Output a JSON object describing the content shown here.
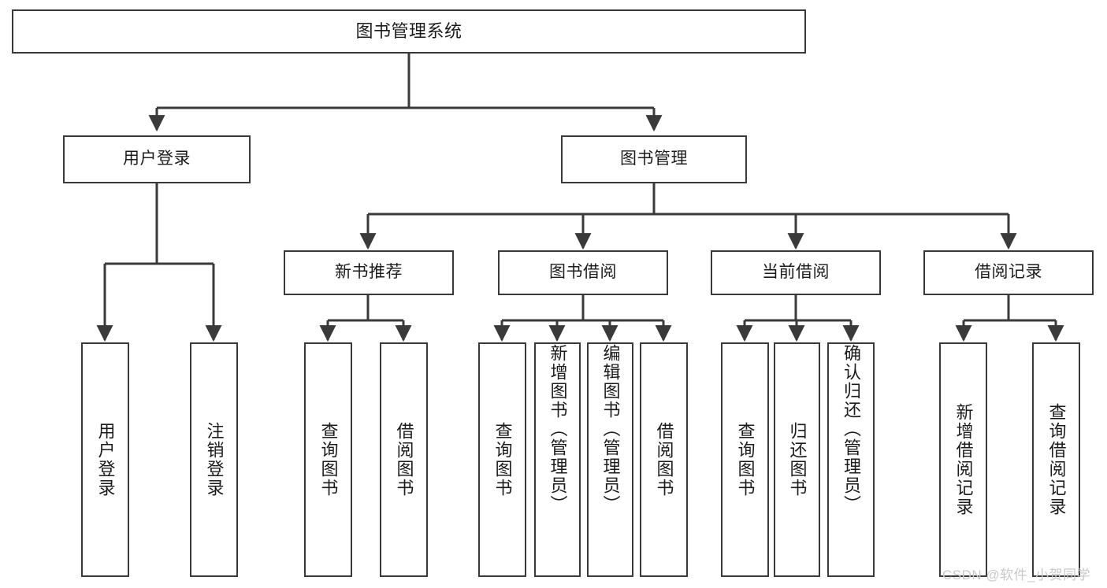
{
  "diagram": {
    "title": "图书管理系统",
    "type": "hierarchy-tree",
    "root": {
      "label": "图书管理系统"
    },
    "level2": [
      {
        "label": "用户登录"
      },
      {
        "label": "图书管理"
      }
    ],
    "level3": [
      {
        "label": "新书推荐"
      },
      {
        "label": "图书借阅"
      },
      {
        "label": "当前借阅"
      },
      {
        "label": "借阅记录"
      }
    ],
    "leaves": [
      {
        "label": "用户登录",
        "parent": "用户登录"
      },
      {
        "label": "注销登录",
        "parent": "用户登录"
      },
      {
        "label": "查询图书",
        "parent": "新书推荐"
      },
      {
        "label": "借阅图书",
        "parent": "新书推荐"
      },
      {
        "label": "查询图书",
        "parent": "图书借阅"
      },
      {
        "label": "新增图书（管理员）",
        "parent": "图书借阅"
      },
      {
        "label": "编辑图书（管理员）",
        "parent": "图书借阅"
      },
      {
        "label": "借阅图书",
        "parent": "图书借阅"
      },
      {
        "label": "查询图书",
        "parent": "当前借阅"
      },
      {
        "label": "归还图书",
        "parent": "当前借阅"
      },
      {
        "label": "确认归还（管理员）",
        "parent": "当前借阅"
      },
      {
        "label": "新增借阅记录",
        "parent": "借阅记录"
      },
      {
        "label": "查询借阅记录",
        "parent": "借阅记录"
      }
    ]
  },
  "watermark": {
    "text": "CSDN @软件_小贺同学"
  },
  "colors": {
    "stroke": "#3a3a3a",
    "text": "#1c1c1c",
    "background": "#ffffff",
    "watermark": "#c9c9c9"
  }
}
